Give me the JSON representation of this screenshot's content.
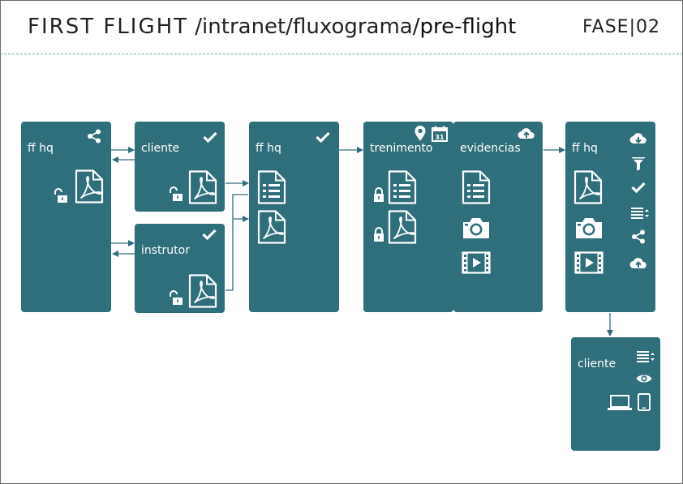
{
  "header": {
    "brand": "FIRST FLIGHT",
    "path": " /intranet/fluxograma/",
    "page": "pre-flight",
    "phase": "FASE|02"
  },
  "nodes": {
    "ffhq_1": {
      "label": "ff hq",
      "icons": [
        "share-icon",
        "unlock-icon",
        "pdf-icon"
      ]
    },
    "cliente_1": {
      "label": "cliente",
      "icons": [
        "check-icon",
        "unlock-icon",
        "pdf-icon"
      ]
    },
    "instrutor": {
      "label": "instrutor",
      "icons": [
        "check-icon",
        "unlock-icon",
        "pdf-icon"
      ]
    },
    "ffhq_2": {
      "label": "ff hq",
      "icons": [
        "check-icon",
        "list-document-icon",
        "pdf-icon"
      ]
    },
    "treinamento": {
      "label": "trenimento",
      "icons": [
        "map-pin-icon",
        "calendar-icon",
        "lock-icon",
        "list-document-icon",
        "lock-icon",
        "pdf-icon"
      ]
    },
    "evidencias": {
      "label": "evidencias",
      "icons": [
        "cloud-upload-icon",
        "list-document-icon",
        "camera-icon",
        "video-icon"
      ]
    },
    "ffhq_3": {
      "label": "ff hq",
      "icons": [
        "cloud-download-icon",
        "filter-icon",
        "check-icon",
        "sort-list-icon",
        "share-icon",
        "cloud-upload-icon",
        "pdf-icon",
        "camera-icon",
        "video-icon"
      ]
    },
    "cliente_2": {
      "label": "cliente",
      "icons": [
        "sort-list-icon",
        "eye-icon",
        "laptop-icon",
        "tablet-icon"
      ]
    }
  },
  "calendar_day": "31",
  "colors": {
    "box": "#2f6e7b",
    "wire": "#2f6e7b",
    "icon": "#ffffff"
  }
}
